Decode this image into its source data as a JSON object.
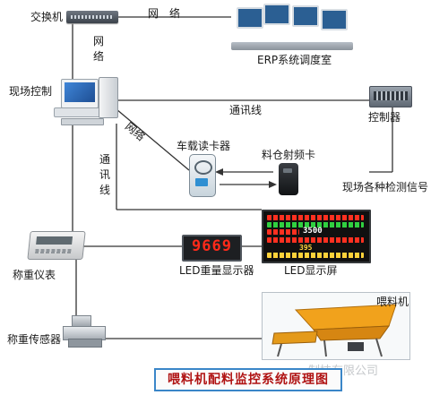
{
  "title": "喂料机配料监控系统原理图",
  "labels": {
    "switch": "交换机",
    "erp": "ERP系统调度室",
    "pc": "现场控制",
    "controller": "控制器",
    "reader": "车载读卡器",
    "rf_card": "料仓射频卡",
    "signals": "现场各种检测信号",
    "led_weight": "LED重量显示器",
    "led_screen": "LED显示屏",
    "indicator": "称重仪表",
    "load_cell": "称重传感器",
    "feeder": "喂料机"
  },
  "links": {
    "network_top": "网　络",
    "network_vertical": "网络",
    "network_diag": "网络",
    "comm_top": "通讯线",
    "comm_vertical": "通讯线"
  },
  "displays": {
    "weight_value": "9669",
    "screen_value": "3500",
    "screen_bottom": "395"
  },
  "watermark": "制技有限公司",
  "colors": {
    "title_text": "#b01313",
    "title_border": "#3a86c8",
    "led_red": "#ff2a1a"
  }
}
